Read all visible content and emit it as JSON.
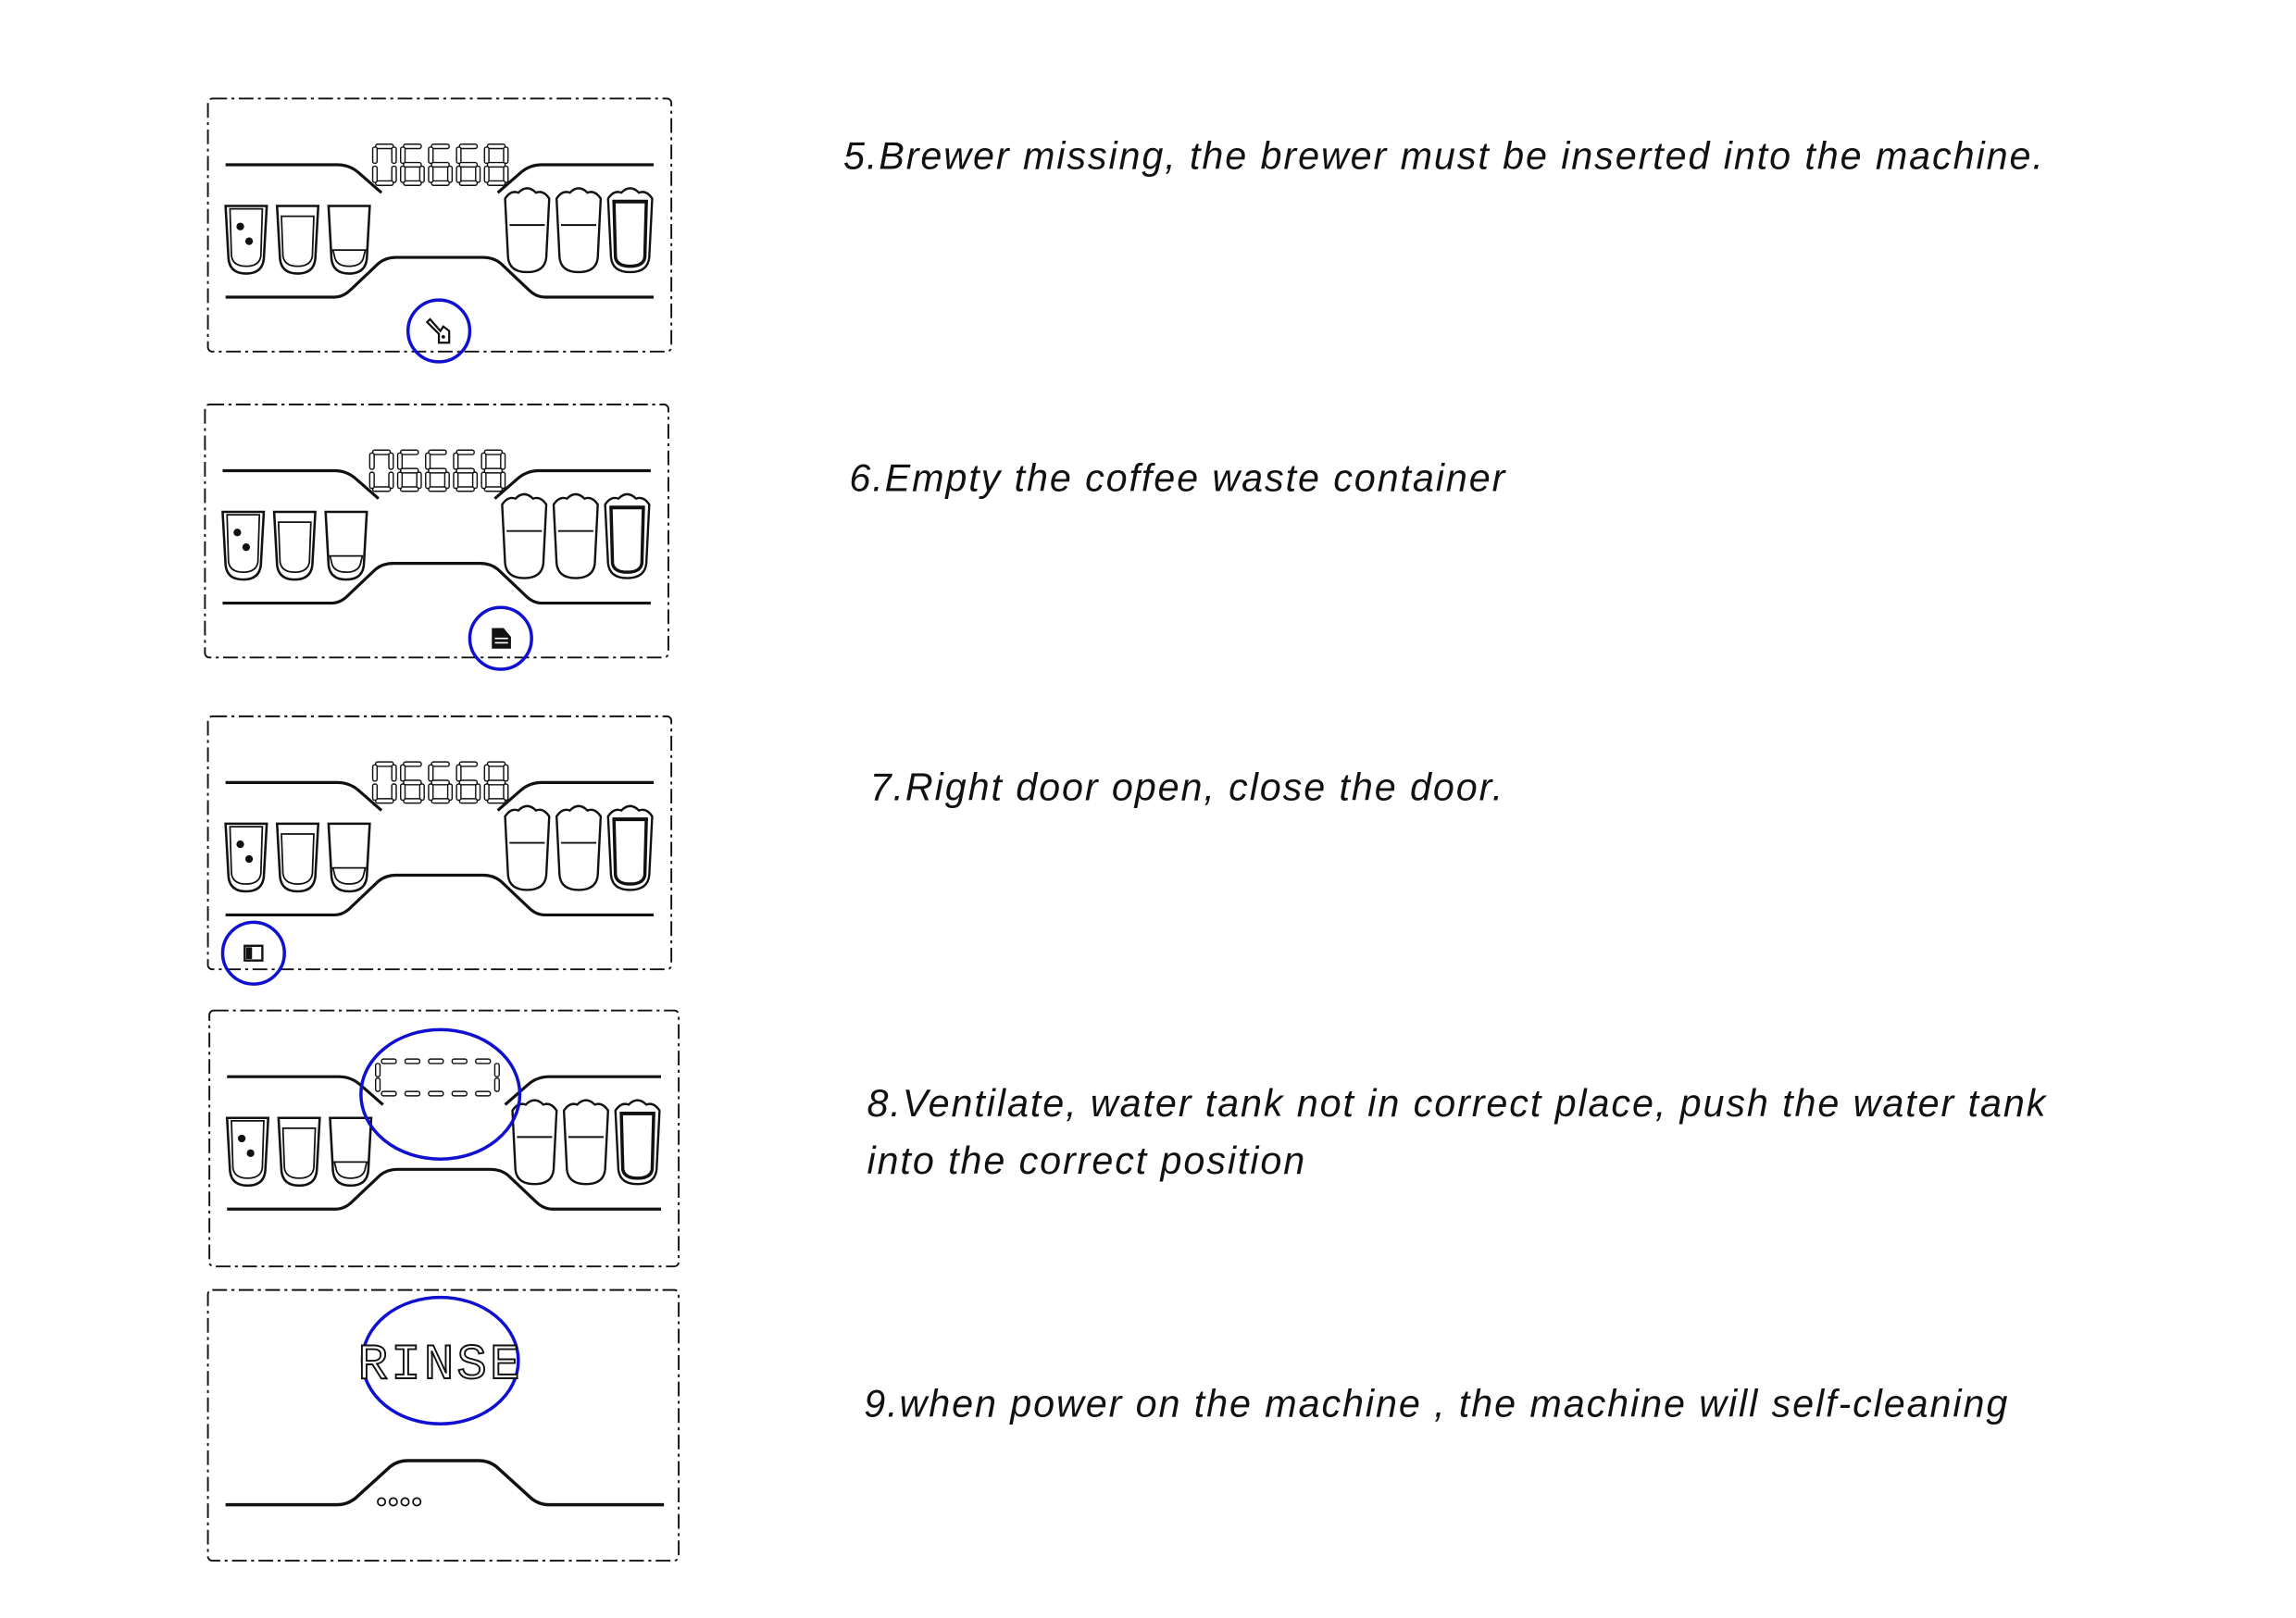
{
  "colors": {
    "highlight": "#1010d0",
    "ink": "#111111"
  },
  "items": [
    {
      "text": "5.Brewer missing, the brewer must be inserted into the machine.",
      "display": "06668",
      "icon": "brewer-icon"
    },
    {
      "text": "6.Empty the coffee waste container",
      "display": "06668",
      "icon": "waste-container-icon"
    },
    {
      "text": "7.Right door open, close the door.",
      "display": "06668",
      "icon": "door-icon"
    },
    {
      "text_line1": "8.Ventilate, water tank not in correct place, push the water tank",
      "text_line2": "into the correct position",
      "display": "- - - -",
      "icon": "ventilate-display"
    },
    {
      "text": "9.when power on the machine , the machine will  self-cleaning",
      "display": "RINSE",
      "icon": "progress-dots"
    }
  ]
}
